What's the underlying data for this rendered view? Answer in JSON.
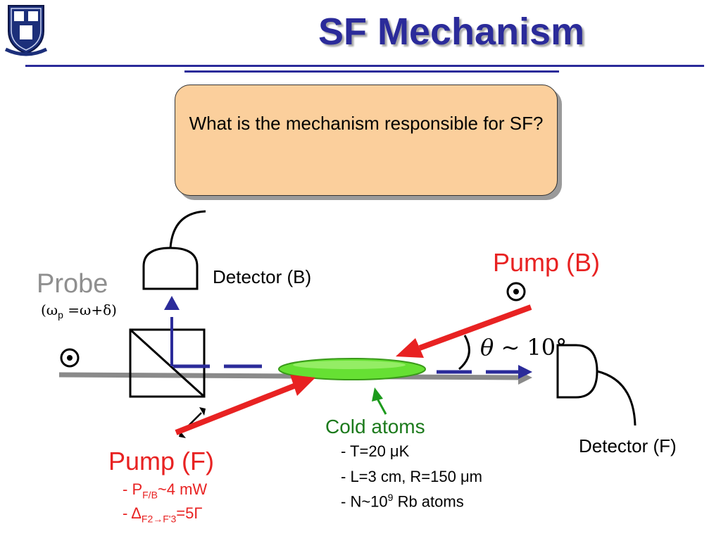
{
  "title": "SF Mechanism",
  "question": "What is the mechanism responsible for SF?",
  "probe": {
    "label": "Probe",
    "freq_prefix": "(ω",
    "freq_sub": "p",
    "freq_suffix": " =ω+δ)"
  },
  "detectors": {
    "back_label": "Detector (B)",
    "forward_label": "Detector (F)"
  },
  "pump_back": {
    "label": "Pump (B)"
  },
  "pump_forward": {
    "label": "Pump (F)",
    "power_prefix": "- P",
    "power_sub": "F/B",
    "power_value": "~4 mW",
    "detuning_prefix": "- Δ",
    "detuning_sub": "F2→F'3",
    "detuning_value": "=5Γ"
  },
  "angle": {
    "symbol": "θ",
    "text": " ~ 10°"
  },
  "cold_atoms": {
    "label": "Cold atoms",
    "temperature": "- T=20 μK",
    "size": "- L=3 cm, R=150 μm",
    "number_prefix": "- N~10",
    "number_exp": "9",
    "number_suffix": " Rb atoms"
  },
  "colors": {
    "title": "#2b2b9a",
    "pump": "#e82222",
    "beam_blue": "#2b2b9a",
    "probe_beam": "#8a8a8a",
    "cloud": "#66e033",
    "box_fill": "#fbcf9c",
    "cold_label": "#1c7a1c"
  },
  "icons": [
    "university-shield-logo",
    "polarization-dot-icon",
    "detector-icon",
    "beam-splitter-cube"
  ]
}
